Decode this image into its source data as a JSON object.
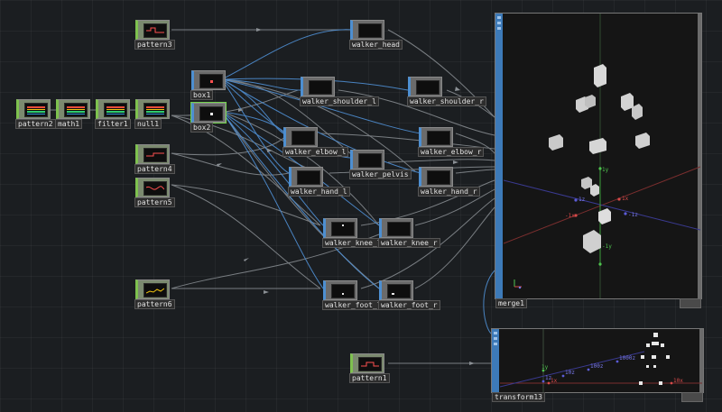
{
  "nodes": {
    "pattern3": "pattern3",
    "pattern2": "pattern2",
    "math1": "math1",
    "filter1": "filter1",
    "null1": "null1",
    "pattern4": "pattern4",
    "pattern5": "pattern5",
    "pattern6": "pattern6",
    "box1": "box1",
    "box2": "box2",
    "walker_head": "walker_head",
    "walker_shoulder_l": "walker_shoulder_l",
    "walker_shoulder_r": "walker_shoulder_r",
    "walker_elbow_l": "walker_elbow_l",
    "walker_elbow_r": "walker_elbow_r",
    "walker_pelvis": "walker_pelvis",
    "walker_hand_l": "walker_hand_l",
    "walker_hand_r": "walker_hand_r",
    "walker_knee_l": "walker_knee_l",
    "walker_knee_r": "walker_knee_r",
    "walker_foot_l": "walker_foot_l",
    "walker_foot_r": "walker_foot_r",
    "pattern1": "pattern1"
  },
  "viewers": {
    "merge1": "merge1",
    "transform13": "transform13"
  },
  "axis_labels": {
    "y_top": "1y",
    "y_bottom": "-1y",
    "x_left": "-1x",
    "x_right": "1x",
    "z_left": "1z",
    "z_right": "-1z",
    "t_1y": "1y",
    "t_1x": "1x",
    "t_10x": "10x",
    "t_1z": "1z",
    "t_10z": "10z",
    "t_100z": "100z",
    "t_1000z": "1000z"
  },
  "colors": {
    "chop_accent": "#7ec14f",
    "sop_accent": "#4d8fd1",
    "wire_blue": "#4f8fd3",
    "wire_gray": "#8a8f94",
    "axis_red": "#d84a4a",
    "axis_blue": "#5c5cd8",
    "axis_green": "#4fc24f"
  }
}
